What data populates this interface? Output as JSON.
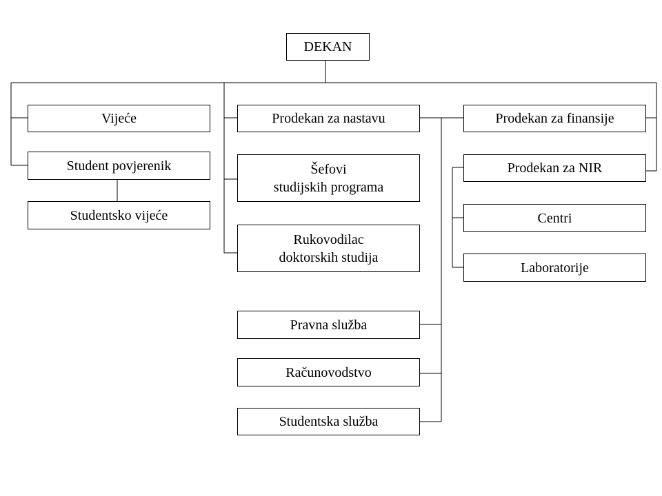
{
  "org_chart": {
    "root": {
      "label": "DEKAN"
    },
    "left_group": {
      "council": "Vijeće",
      "student_ombudsman": "Student povjerenik",
      "student_council": "Studentsko vijeće"
    },
    "middle_group": {
      "vice_dean_teaching": "Prodekan za nastavu",
      "program_heads": "Šefovi\nstudijskih programa",
      "doctoral_head": "Rukovodilac\ndoktorskih studija"
    },
    "services": {
      "legal": "Pravna služba",
      "accounting": "Računovodstvo",
      "student_office": "Studentska služba"
    },
    "right_group": {
      "vice_dean_finance": "Prodekan za finansije",
      "vice_dean_research": "Prodekan za NIR",
      "centers": "Centri",
      "laboratories": "Laboratorije"
    }
  },
  "colors": {
    "line": "#000000",
    "box_border": "#000000",
    "background": "#ffffff"
  }
}
